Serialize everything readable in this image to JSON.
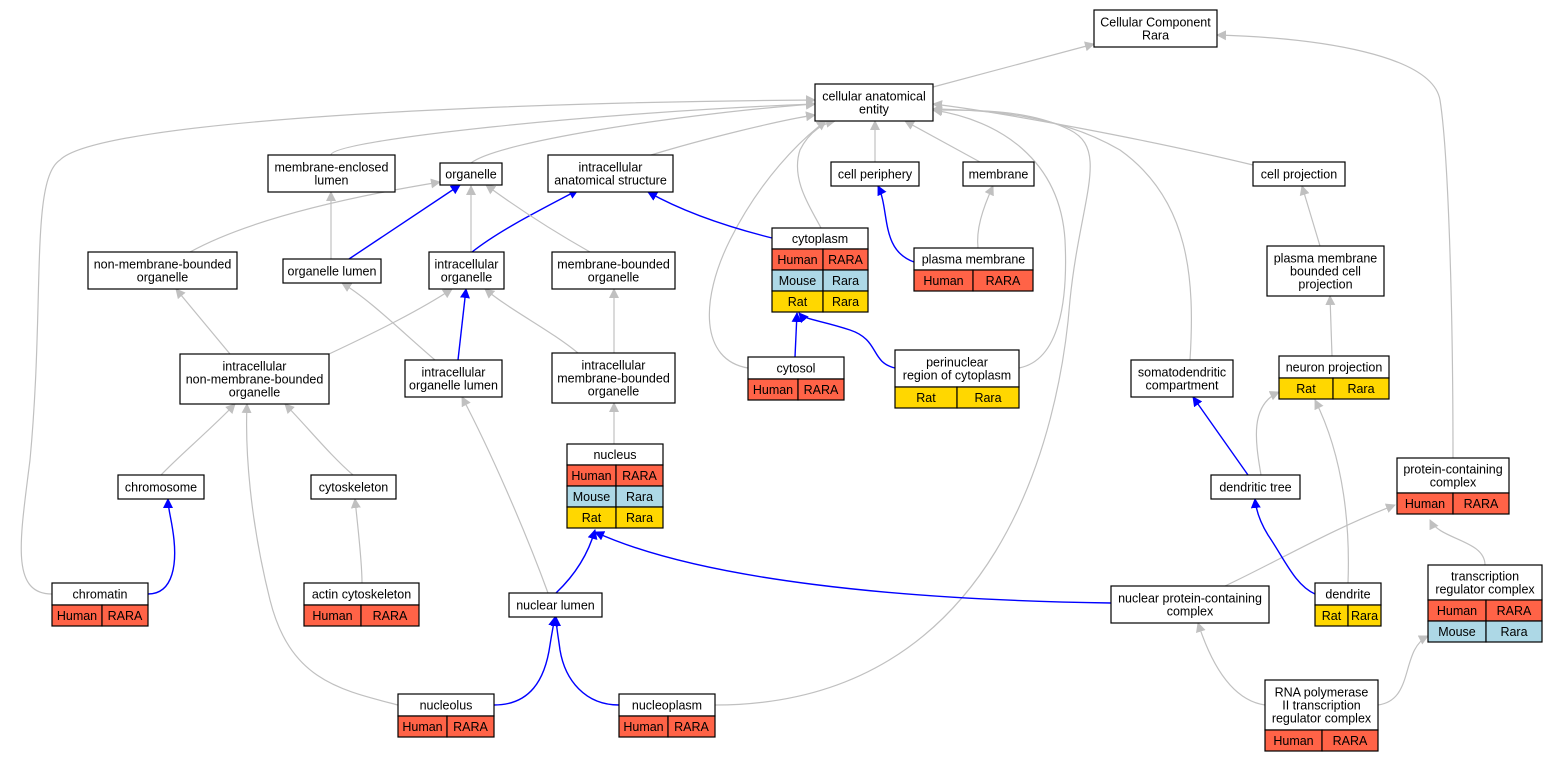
{
  "colors": {
    "human": "#ff6347",
    "mouse": "#add8e6",
    "rat": "#ffd700",
    "gray_edge": "#c0c0c0",
    "blue_edge": "#0000ff"
  },
  "nodes": {
    "root": {
      "lines": [
        "Cellular Component",
        "Rara"
      ],
      "rows": []
    },
    "cae": {
      "lines": [
        "cellular anatomical",
        "entity"
      ],
      "rows": []
    },
    "mel": {
      "lines": [
        "membrane-enclosed",
        "lumen"
      ],
      "rows": []
    },
    "organelle": {
      "lines": [
        "organelle"
      ],
      "rows": []
    },
    "ias": {
      "lines": [
        "intracellular",
        "anatomical structure"
      ],
      "rows": []
    },
    "cellperiph": {
      "lines": [
        "cell periphery"
      ],
      "rows": []
    },
    "membrane": {
      "lines": [
        "membrane"
      ],
      "rows": []
    },
    "cellproj": {
      "lines": [
        "cell projection"
      ],
      "rows": []
    },
    "nmbo": {
      "lines": [
        "non-membrane-bounded",
        "organelle"
      ],
      "rows": []
    },
    "orglumen": {
      "lines": [
        "organelle lumen"
      ],
      "rows": []
    },
    "intorg": {
      "lines": [
        "intracellular",
        "organelle"
      ],
      "rows": []
    },
    "mbo": {
      "lines": [
        "membrane-bounded",
        "organelle"
      ],
      "rows": []
    },
    "cytoplasm": {
      "lines": [
        "cytoplasm"
      ],
      "rows": [
        [
          "Human",
          "RARA"
        ],
        [
          "Mouse",
          "Rara"
        ],
        [
          "Rat",
          "Rara"
        ]
      ]
    },
    "plasmamem": {
      "lines": [
        "plasma membrane"
      ],
      "rows": [
        [
          "Human",
          "RARA"
        ]
      ]
    },
    "pmbcp": {
      "lines": [
        "plasma membrane",
        "bounded cell",
        "projection"
      ],
      "rows": []
    },
    "inmbo": {
      "lines": [
        "intracellular",
        "non-membrane-bounded",
        "organelle"
      ],
      "rows": []
    },
    "iol": {
      "lines": [
        "intracellular",
        "organelle lumen"
      ],
      "rows": []
    },
    "imbo": {
      "lines": [
        "intracellular",
        "membrane-bounded",
        "organelle"
      ],
      "rows": []
    },
    "cytosol": {
      "lines": [
        "cytosol"
      ],
      "rows": [
        [
          "Human",
          "RARA"
        ]
      ]
    },
    "perinuc": {
      "lines": [
        "perinuclear",
        "region of cytoplasm"
      ],
      "rows": [
        [
          "Rat",
          "Rara"
        ]
      ]
    },
    "somato": {
      "lines": [
        "somatodendritic",
        "compartment"
      ],
      "rows": []
    },
    "neuronproj": {
      "lines": [
        "neuron projection"
      ],
      "rows": [
        [
          "Rat",
          "Rara"
        ]
      ]
    },
    "nucleus": {
      "lines": [
        "nucleus"
      ],
      "rows": [
        [
          "Human",
          "RARA"
        ],
        [
          "Mouse",
          "Rara"
        ],
        [
          "Rat",
          "Rara"
        ]
      ]
    },
    "chromosome": {
      "lines": [
        "chromosome"
      ],
      "rows": []
    },
    "cytoskel": {
      "lines": [
        "cytoskeleton"
      ],
      "rows": []
    },
    "dendtree": {
      "lines": [
        "dendritic tree"
      ],
      "rows": []
    },
    "pcc": {
      "lines": [
        "protein-containing",
        "complex"
      ],
      "rows": [
        [
          "Human",
          "RARA"
        ]
      ]
    },
    "chromatin": {
      "lines": [
        "chromatin"
      ],
      "rows": [
        [
          "Human",
          "RARA"
        ]
      ]
    },
    "actin": {
      "lines": [
        "actin cytoskeleton"
      ],
      "rows": [
        [
          "Human",
          "RARA"
        ]
      ]
    },
    "nuclumen": {
      "lines": [
        "nuclear lumen"
      ],
      "rows": []
    },
    "npcc": {
      "lines": [
        "nuclear protein-containing",
        "complex"
      ],
      "rows": []
    },
    "dendrite": {
      "lines": [
        "dendrite"
      ],
      "rows": [
        [
          "Rat",
          "Rara"
        ]
      ]
    },
    "trc": {
      "lines": [
        "transcription",
        "regulator complex"
      ],
      "rows": [
        [
          "Human",
          "RARA"
        ],
        [
          "Mouse",
          "Rara"
        ]
      ]
    },
    "nucleolus": {
      "lines": [
        "nucleolus"
      ],
      "rows": [
        [
          "Human",
          "RARA"
        ]
      ]
    },
    "nucleoplasm": {
      "lines": [
        "nucleoplasm"
      ],
      "rows": [
        [
          "Human",
          "RARA"
        ]
      ]
    },
    "rnapol": {
      "lines": [
        "RNA polymerase",
        "II transcription",
        "regulator complex"
      ],
      "rows": [
        [
          "Human",
          "RARA"
        ]
      ]
    }
  },
  "edges": [
    {
      "from": "cae",
      "to": "root",
      "color": "gray"
    },
    {
      "from": "pcc",
      "to": "root",
      "color": "gray"
    },
    {
      "from": "mel",
      "to": "cae",
      "color": "gray"
    },
    {
      "from": "organelle",
      "to": "cae",
      "color": "gray"
    },
    {
      "from": "ias",
      "to": "cae",
      "color": "gray"
    },
    {
      "from": "cellperiph",
      "to": "cae",
      "color": "gray"
    },
    {
      "from": "membrane",
      "to": "cae",
      "color": "gray"
    },
    {
      "from": "cellproj",
      "to": "cae",
      "color": "gray"
    },
    {
      "from": "cytoplasm",
      "to": "cae",
      "color": "gray"
    },
    {
      "from": "cytosol",
      "to": "cae",
      "color": "gray"
    },
    {
      "from": "perinuc",
      "to": "cae",
      "color": "gray"
    },
    {
      "from": "somato",
      "to": "cae",
      "color": "gray"
    },
    {
      "from": "chromatin",
      "to": "cae",
      "color": "gray"
    },
    {
      "from": "nucleoplasm",
      "to": "cae",
      "color": "gray"
    },
    {
      "from": "nmbo",
      "to": "organelle",
      "color": "gray"
    },
    {
      "from": "orglumen",
      "to": "organelle",
      "color": "blue"
    },
    {
      "from": "orglumen",
      "to": "mel",
      "color": "gray"
    },
    {
      "from": "intorg",
      "to": "organelle",
      "color": "gray"
    },
    {
      "from": "intorg",
      "to": "ias",
      "color": "blue"
    },
    {
      "from": "mbo",
      "to": "organelle",
      "color": "gray"
    },
    {
      "from": "cytoplasm",
      "to": "ias",
      "color": "blue"
    },
    {
      "from": "plasmamem",
      "to": "cellperiph",
      "color": "blue"
    },
    {
      "from": "plasmamem",
      "to": "membrane",
      "color": "gray"
    },
    {
      "from": "pmbcp",
      "to": "cellproj",
      "color": "gray"
    },
    {
      "from": "inmbo",
      "to": "nmbo",
      "color": "gray"
    },
    {
      "from": "inmbo",
      "to": "intorg",
      "color": "gray"
    },
    {
      "from": "iol",
      "to": "orglumen",
      "color": "gray"
    },
    {
      "from": "iol",
      "to": "intorg",
      "color": "blue"
    },
    {
      "from": "imbo",
      "to": "intorg",
      "color": "gray"
    },
    {
      "from": "imbo",
      "to": "mbo",
      "color": "gray"
    },
    {
      "from": "cytosol",
      "to": "cytoplasm",
      "color": "blue"
    },
    {
      "from": "perinuc",
      "to": "cytoplasm",
      "color": "blue"
    },
    {
      "from": "neuronproj",
      "to": "pmbcp",
      "color": "gray"
    },
    {
      "from": "nucleus",
      "to": "imbo",
      "color": "gray"
    },
    {
      "from": "chromosome",
      "to": "inmbo",
      "color": "gray"
    },
    {
      "from": "cytoskel",
      "to": "inmbo",
      "color": "gray"
    },
    {
      "from": "dendtree",
      "to": "somato",
      "color": "blue"
    },
    {
      "from": "dendtree",
      "to": "neuronproj",
      "color": "gray"
    },
    {
      "from": "chromatin",
      "to": "chromosome",
      "color": "blue"
    },
    {
      "from": "actin",
      "to": "cytoskel",
      "color": "gray"
    },
    {
      "from": "nuclumen",
      "to": "nucleus",
      "color": "blue"
    },
    {
      "from": "nuclumen",
      "to": "iol",
      "color": "gray"
    },
    {
      "from": "npcc",
      "to": "nucleus",
      "color": "blue"
    },
    {
      "from": "npcc",
      "to": "pcc",
      "color": "gray"
    },
    {
      "from": "dendrite",
      "to": "dendtree",
      "color": "blue"
    },
    {
      "from": "dendrite",
      "to": "neuronproj",
      "color": "gray"
    },
    {
      "from": "trc",
      "to": "pcc",
      "color": "gray"
    },
    {
      "from": "nucleolus",
      "to": "nuclumen",
      "color": "blue"
    },
    {
      "from": "nucleolus",
      "to": "inmbo",
      "color": "gray"
    },
    {
      "from": "nucleoplasm",
      "to": "nuclumen",
      "color": "blue"
    },
    {
      "from": "rnapol",
      "to": "npcc",
      "color": "gray"
    },
    {
      "from": "rnapol",
      "to": "trc",
      "color": "gray"
    }
  ]
}
